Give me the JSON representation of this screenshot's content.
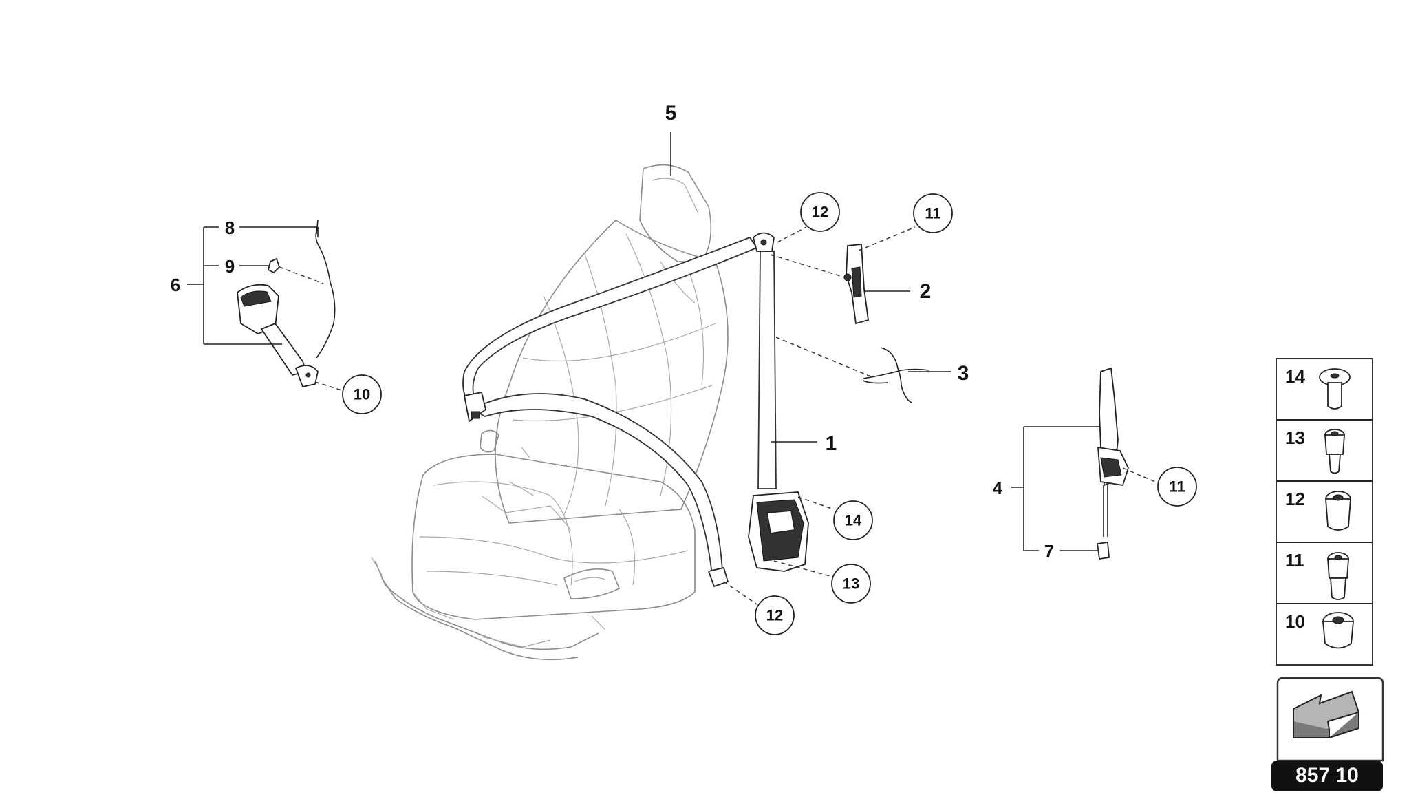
{
  "diagram": {
    "labels": {
      "l1": "1",
      "l2": "2",
      "l3": "3",
      "l4": "4",
      "l5": "5",
      "l6": "6",
      "l7": "7",
      "l8": "8",
      "l9": "9"
    },
    "circles": {
      "c12a": "12",
      "c11a": "11",
      "c10": "10",
      "c14": "14",
      "c13": "13",
      "c12b": "12",
      "c11b": "11"
    },
    "hardware_panel": [
      "14",
      "13",
      "12",
      "11",
      "10"
    ],
    "reference": "857 10"
  }
}
